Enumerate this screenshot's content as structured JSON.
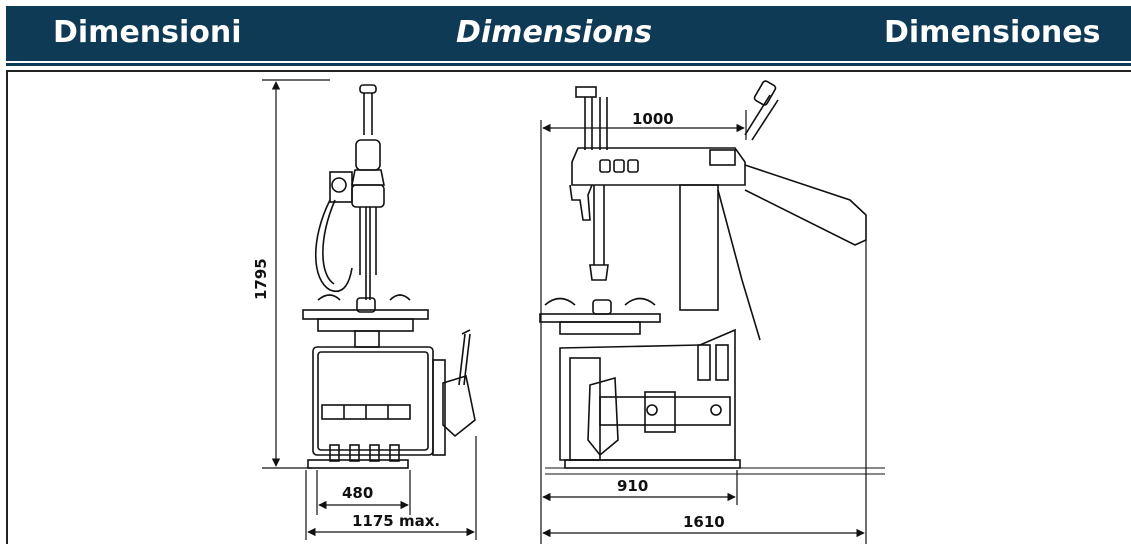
{
  "header": {
    "title_it": "Dimensioni",
    "title_en": "Dimensions",
    "title_es": "Dimensiones",
    "bg_color": "#0f3a56"
  },
  "dimensions": {
    "height": "1795",
    "base_width": "480",
    "max_width": "1175 max.",
    "arm_reach": "1000",
    "base_depth": "910",
    "total_depth": "1610"
  }
}
